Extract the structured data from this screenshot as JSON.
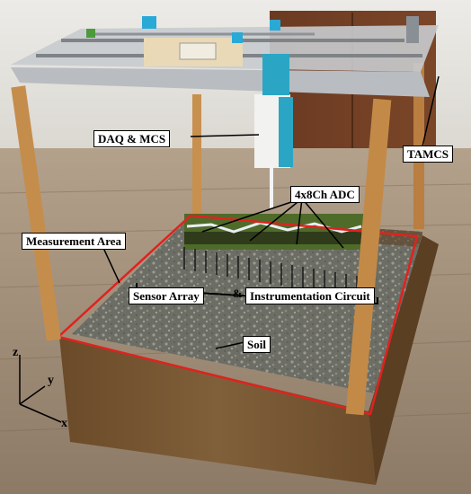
{
  "labels": {
    "daq": "DAQ & MCS",
    "tamcs": "TAMCS",
    "adc": "4x8Ch ADC",
    "measurement_area": "Measurement Area",
    "sensor_array": "Sensor Array",
    "ampersand": "&",
    "instrumentation": "Instrumentation Circuit",
    "soil": "Soil"
  },
  "axes": {
    "x": "x",
    "y": "y",
    "z": "z"
  },
  "colors": {
    "boundary": "#e0221f",
    "soil": "#6f7066",
    "box_wood": "#76552f",
    "frame_wood": "#c58d4c",
    "rail": "#b9bcc0",
    "carriage": "#29a9d6",
    "floor": "#a28f7a",
    "wall": "#e6e4df"
  }
}
